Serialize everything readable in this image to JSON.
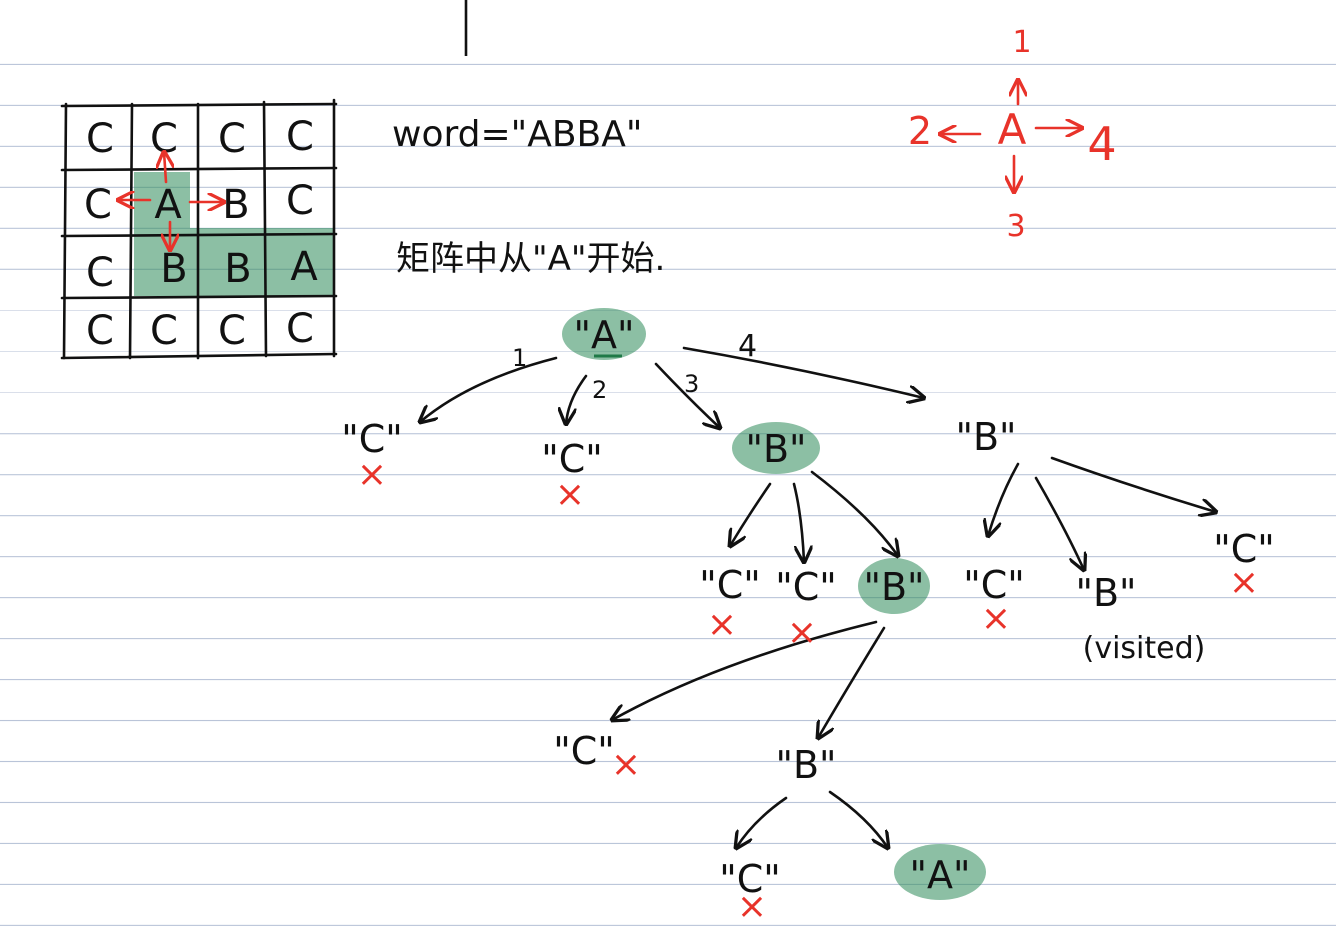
{
  "grid": {
    "rows": [
      [
        "C",
        "C",
        "C",
        "C"
      ],
      [
        "C",
        "A",
        "B",
        "C"
      ],
      [
        "C",
        "B",
        "B",
        "A"
      ],
      [
        "C",
        "C",
        "C",
        "C"
      ]
    ]
  },
  "notes": {
    "word": "word=\"ABBA\"",
    "start": "矩阵中从\"A\"开始."
  },
  "directions": {
    "center": "A",
    "up": "1",
    "left": "2",
    "down": "3",
    "right": "4"
  },
  "tree": {
    "root": "\"A\"",
    "edge1": "1",
    "edge2": "2",
    "edge3": "3",
    "edge4": "4",
    "l1_c1": "\"C\"",
    "l1_c2": "\"C\"",
    "l1_b3": "\"B\"",
    "l1_b4": "\"B\"",
    "b3_c1": "\"C\"",
    "b3_c2": "\"C\"",
    "b3_b": "\"B\"",
    "b4_c1": "\"C\"",
    "b4_b": "\"B\"",
    "b4_visited": "(visited)",
    "b4_c2": "\"C\"",
    "bb_c": "\"C\"",
    "bb_b": "\"B\"",
    "bbb_c": "\"C\"",
    "bbb_a": "\"A\"",
    "fail_mark": "×"
  }
}
